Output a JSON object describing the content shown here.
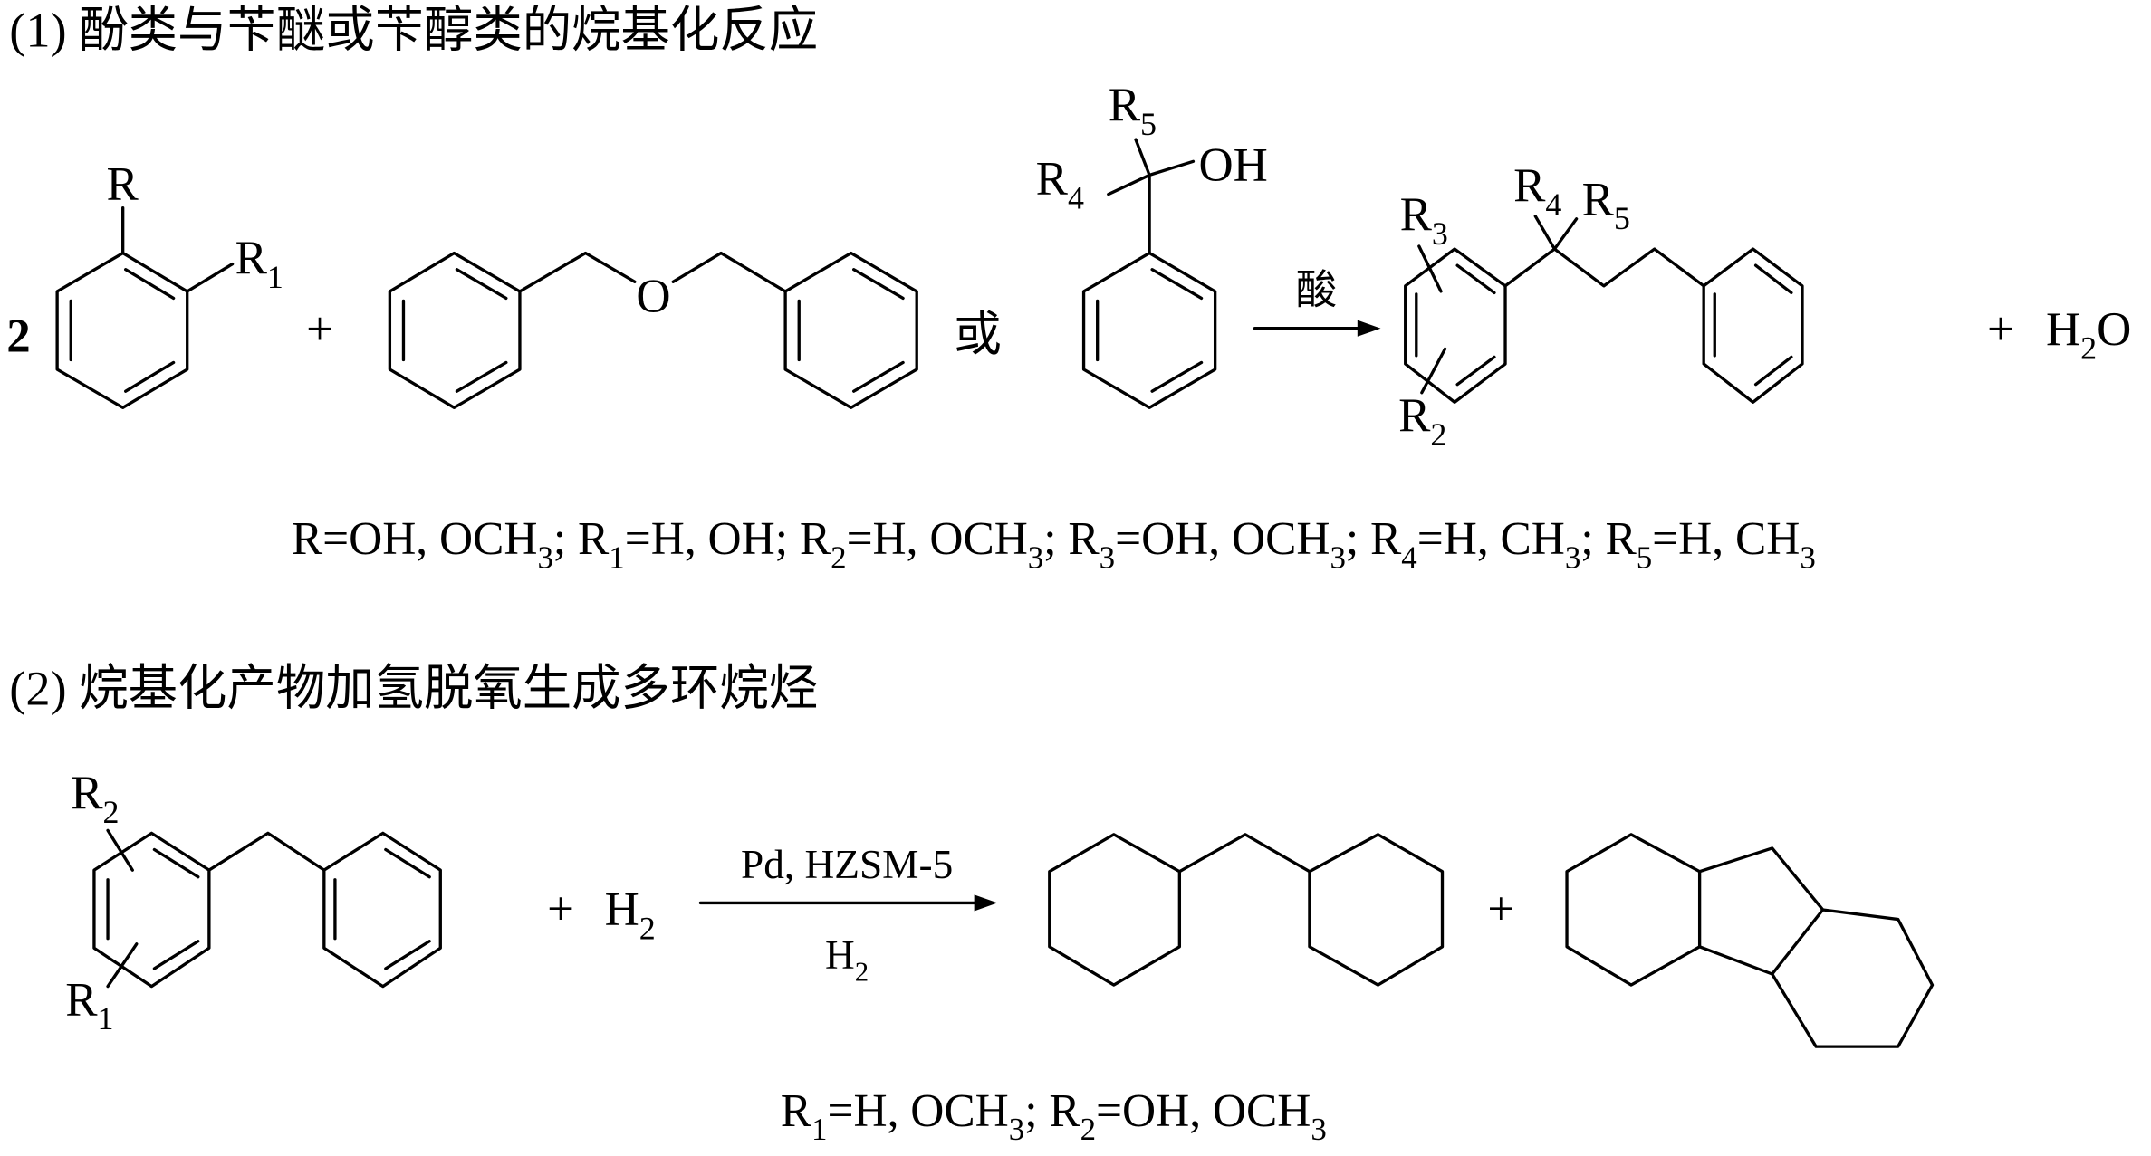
{
  "part1": {
    "title": "(1) 酚类与苄醚或苄醇类的烷基化反应",
    "coefficient": "2",
    "plus": "+",
    "or": "或",
    "catalyst": "酸",
    "labels": {
      "r": [
        "R"
      ],
      "r1": [
        "R",
        "1"
      ],
      "r4": [
        "R",
        "4"
      ],
      "r5": [
        "R",
        "5"
      ],
      "oh": [
        "OH"
      ],
      "ether_o": [
        "O"
      ],
      "prod_r3": [
        "R",
        "3"
      ],
      "prod_r2": [
        "R",
        "2"
      ],
      "prod_r4": [
        "R",
        "4"
      ],
      "prod_r5": [
        "R",
        "5"
      ],
      "water": [
        "H",
        "2",
        "O"
      ]
    },
    "substituents": [
      "R=OH, OCH",
      "3",
      "; R",
      "1",
      "=H, OH; R",
      "2",
      "=H, OCH",
      "3",
      "; R",
      "3",
      "=OH, OCH",
      "3",
      "; R",
      "4",
      "=H, CH",
      "3",
      "; R",
      "5",
      "=H, CH",
      "3"
    ]
  },
  "part2": {
    "title": "(2) 烷基化产物加氢脱氧生成多环烷烃",
    "plus": "+",
    "labels": {
      "r2": [
        "R",
        "2"
      ],
      "r1": [
        "R",
        "1"
      ],
      "h2": [
        "H",
        "2"
      ],
      "cond_below": [
        "H",
        "2"
      ]
    },
    "catalyst": "Pd, HZSM-5",
    "substituents": [
      "R",
      "1",
      "=H, OCH",
      "3",
      "; R",
      "2",
      "=OH, OCH",
      "3"
    ]
  }
}
